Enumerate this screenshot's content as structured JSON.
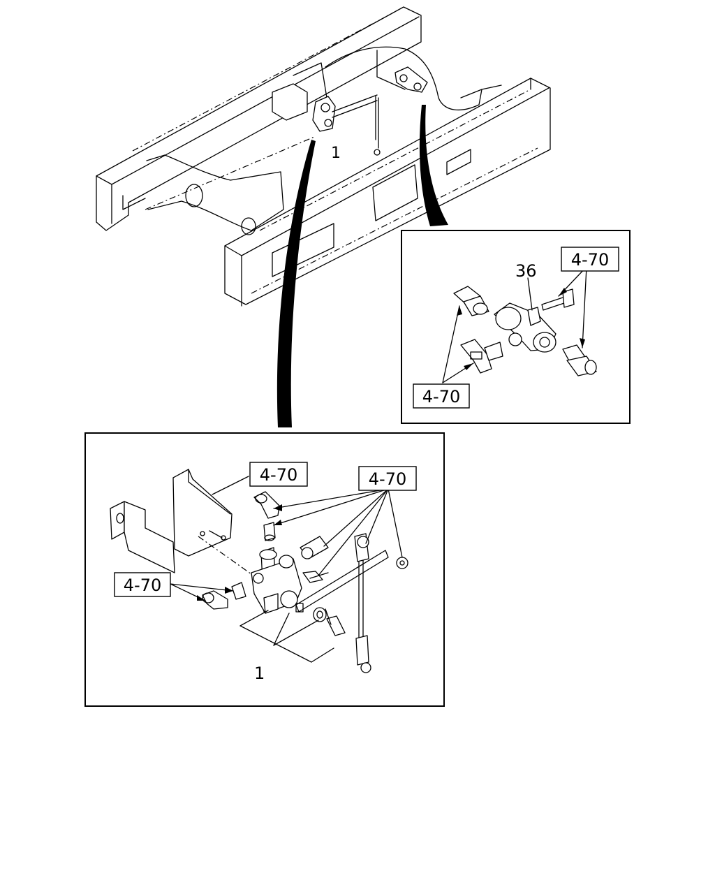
{
  "overview": {
    "callout": "1"
  },
  "detail_right": {
    "part_number": "36",
    "ref_top": "4-70",
    "ref_bottom": "4-70"
  },
  "detail_bottom": {
    "ref_top_left": "4-70",
    "ref_top_right": "4-70",
    "ref_left": "4-70",
    "part_number": "1"
  }
}
